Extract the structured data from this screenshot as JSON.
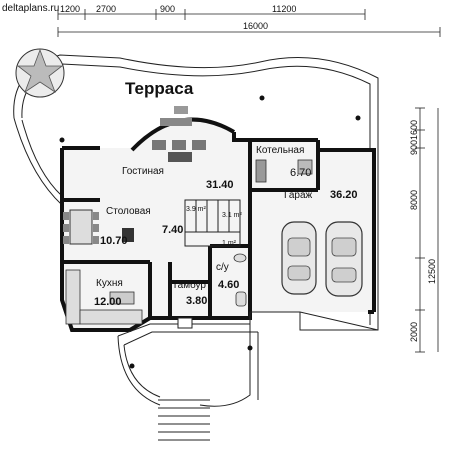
{
  "watermark": "deltaplans.ru",
  "dimensions": {
    "top": [
      "1200",
      "2700",
      "900",
      "11200"
    ],
    "overall_width": "16000",
    "right": [
      "1600",
      "900",
      "8000",
      "12500",
      "2000"
    ]
  },
  "rooms": {
    "terrace": "Терраса",
    "living": {
      "name": "Гостиная",
      "area": "31.40"
    },
    "boiler": {
      "name": "Котельная",
      "area": "6.70"
    },
    "garage": {
      "name": "Гараж",
      "area": "36.20"
    },
    "dining": {
      "name": "Столовая",
      "area": "10.70"
    },
    "hall_area": "7.40",
    "stair_small_1": "3.9 m²",
    "stair_small_2": "3.1 m²",
    "stair_small_3": "1 m²",
    "bath": {
      "name": "с/у",
      "area": "4.60"
    },
    "kitchen": {
      "name": "Кухня",
      "area": "12.00"
    },
    "vestibule": {
      "name": "Тамбур",
      "area": "3.80"
    }
  },
  "colors": {
    "wall": "#111111",
    "floor_gray": "#d9d9d9",
    "furniture": "#777777"
  }
}
